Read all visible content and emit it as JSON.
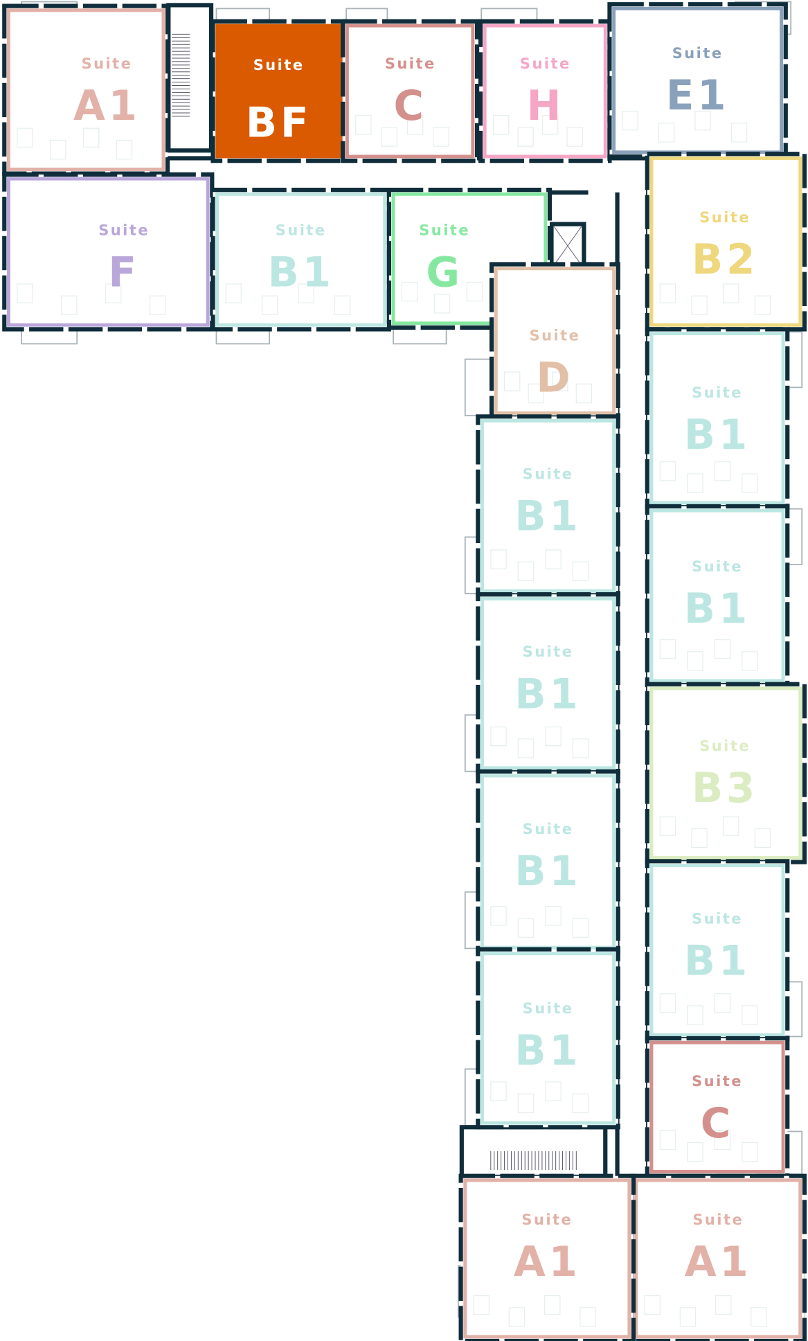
{
  "colors": {
    "wall": "#0f2d3a",
    "balcony": "#a9b4b8",
    "fixture": "#e6eeee"
  },
  "suite_word": "Suite",
  "suites": [
    {
      "code": "A1",
      "color": "#e2b1a8"
    },
    {
      "code": "BF",
      "color": "#d95a00",
      "highlighted": true
    },
    {
      "code": "C",
      "color": "#d4908c"
    },
    {
      "code": "H",
      "color": "#f5a6c5"
    },
    {
      "code": "E1",
      "color": "#8aa1bb"
    },
    {
      "code": "F",
      "color": "#b9a6da"
    },
    {
      "code": "B1",
      "color": "#bce6e2"
    },
    {
      "code": "G",
      "color": "#86e8a0"
    },
    {
      "code": "D",
      "color": "#e2c0a8"
    },
    {
      "code": "B2",
      "color": "#eed77c"
    },
    {
      "code": "B1",
      "color": "#bce6e2"
    },
    {
      "code": "B1",
      "color": "#bce6e2"
    },
    {
      "code": "B3",
      "color": "#dcecc2"
    },
    {
      "code": "B1",
      "color": "#bce6e2"
    },
    {
      "code": "C",
      "color": "#d4908c"
    },
    {
      "code": "A1",
      "color": "#e2b1a8"
    },
    {
      "code": "B1",
      "color": "#bce6e2"
    },
    {
      "code": "B1",
      "color": "#bce6e2"
    },
    {
      "code": "B1",
      "color": "#bce6e2"
    },
    {
      "code": "B1",
      "color": "#bce6e2"
    },
    {
      "code": "A1",
      "color": "#e2b1a8"
    }
  ]
}
